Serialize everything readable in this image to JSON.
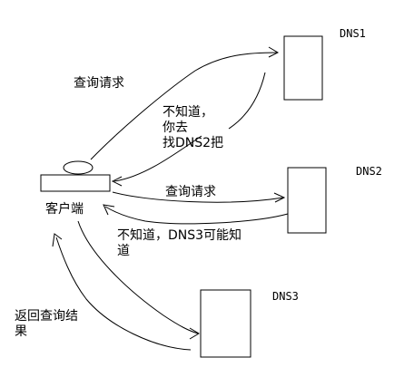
{
  "diagram": {
    "nodes": {
      "dns1": "DNS1",
      "dns2": "DNS2",
      "dns3": "DNS3",
      "client": "客户端"
    },
    "labels": {
      "query_to_dns1": "查询请求",
      "dns1_reply": [
        "不知道，",
        "你去",
        "找DNS2把"
      ],
      "query_to_dns2": "查询请求",
      "dns2_reply": [
        "不知道，DNS3可能知",
        "道"
      ],
      "return_result": [
        "返回查询结",
        "果"
      ]
    },
    "colors": {
      "stroke": "#000000",
      "background": "#ffffff"
    }
  }
}
